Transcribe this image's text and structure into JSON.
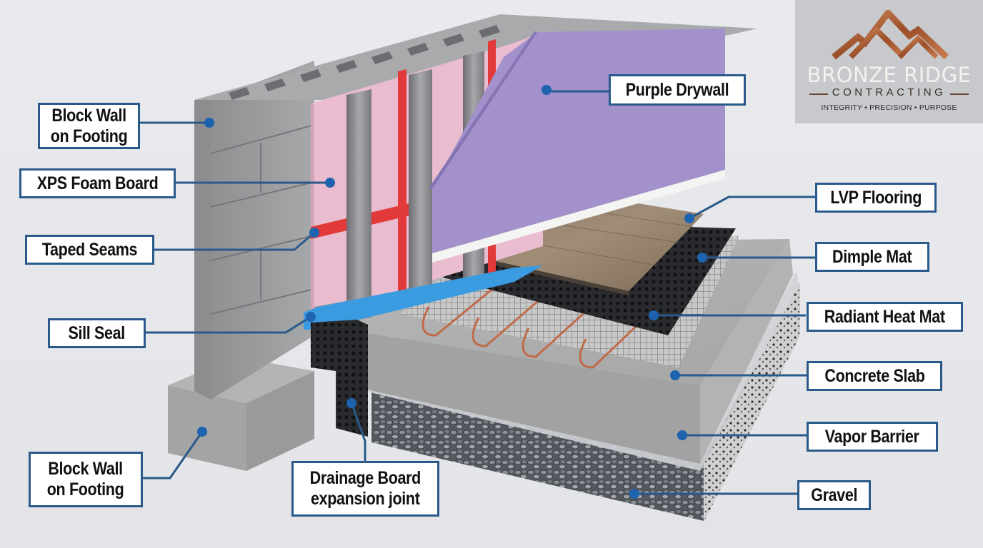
{
  "logo": {
    "brand": "BRONZE RIDGE",
    "subtitle": "CONTRACTING",
    "tagline": "INTEGRITY • PRECISION • PURPOSE",
    "icon": "mountain-peaks-icon",
    "brand_color": "#b5683d"
  },
  "diagram": {
    "subject": "Basement wall and floor assembly cross-section",
    "accent_color": "#2a5a8a",
    "callout_dot_color": "#1e63b0"
  },
  "callouts": {
    "block_wall_top": {
      "line1": "Block Wall",
      "line2": "on Footing"
    },
    "xps_foam": {
      "text": "XPS Foam Board"
    },
    "taped_seams": {
      "text": "Taped Seams"
    },
    "sill_seal": {
      "text": "Sill Seal"
    },
    "block_wall_bottom": {
      "line1": "Block Wall",
      "line2": "on Footing"
    },
    "drainage_board": {
      "line1": "Drainage Board",
      "line2": "expansion joint"
    },
    "purple_drywall": {
      "text": "Purple Drywall"
    },
    "lvp_flooring": {
      "text": "LVP Flooring"
    },
    "dimple_mat": {
      "text": "Dimple Mat"
    },
    "radiant_heat": {
      "text": "Radiant Heat Mat"
    },
    "concrete_slab": {
      "text": "Concrete Slab"
    },
    "vapor_barrier": {
      "text": "Vapor Barrier"
    },
    "gravel": {
      "text": "Gravel"
    }
  }
}
